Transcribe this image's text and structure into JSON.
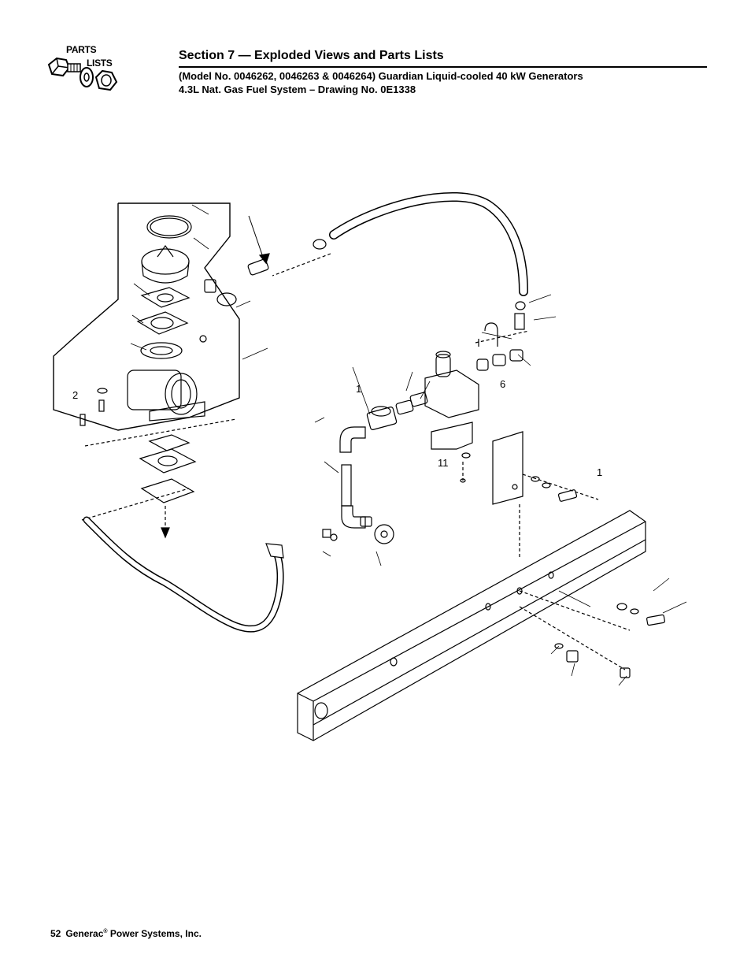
{
  "logo": {
    "line1": "PARTS",
    "line2": "LISTS"
  },
  "header": {
    "section_title": "Section 7 — Exploded Views and Parts Lists",
    "subtitle_line1": "(Model No. 0046262, 0046263 & 0046264) Guardian Liquid-cooled 40 kW Generators",
    "subtitle_line2": "4.3L Nat. Gas Fuel System – Drawing No. 0E1338"
  },
  "drawing": {
    "callouts": [
      "1",
      "2",
      "6",
      "11",
      "1"
    ]
  },
  "footer": {
    "page_number": "52",
    "company": "Generac",
    "registered": "®",
    "company_suffix": " Power Systems, Inc."
  }
}
